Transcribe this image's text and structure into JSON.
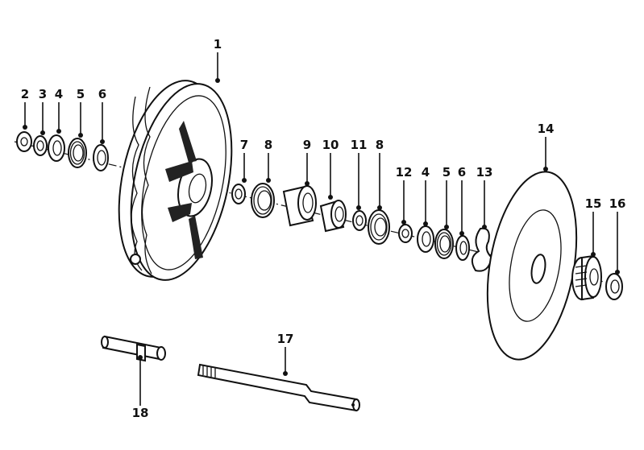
{
  "diagram": {
    "callouts": [
      {
        "id": "1",
        "label": "1"
      },
      {
        "id": "2",
        "label": "2"
      },
      {
        "id": "3a",
        "label": "3"
      },
      {
        "id": "4a",
        "label": "4"
      },
      {
        "id": "5a",
        "label": "5"
      },
      {
        "id": "6a",
        "label": "6"
      },
      {
        "id": "7",
        "label": "7"
      },
      {
        "id": "8a",
        "label": "8"
      },
      {
        "id": "9",
        "label": "9"
      },
      {
        "id": "10",
        "label": "10"
      },
      {
        "id": "11",
        "label": "11"
      },
      {
        "id": "8b",
        "label": "8"
      },
      {
        "id": "12",
        "label": "12"
      },
      {
        "id": "4b",
        "label": "4"
      },
      {
        "id": "5b",
        "label": "5"
      },
      {
        "id": "6b",
        "label": "6"
      },
      {
        "id": "13",
        "label": "13"
      },
      {
        "id": "14",
        "label": "14"
      },
      {
        "id": "15",
        "label": "15"
      },
      {
        "id": "16",
        "label": "16"
      },
      {
        "id": "17",
        "label": "17"
      },
      {
        "id": "18",
        "label": "18"
      }
    ]
  }
}
